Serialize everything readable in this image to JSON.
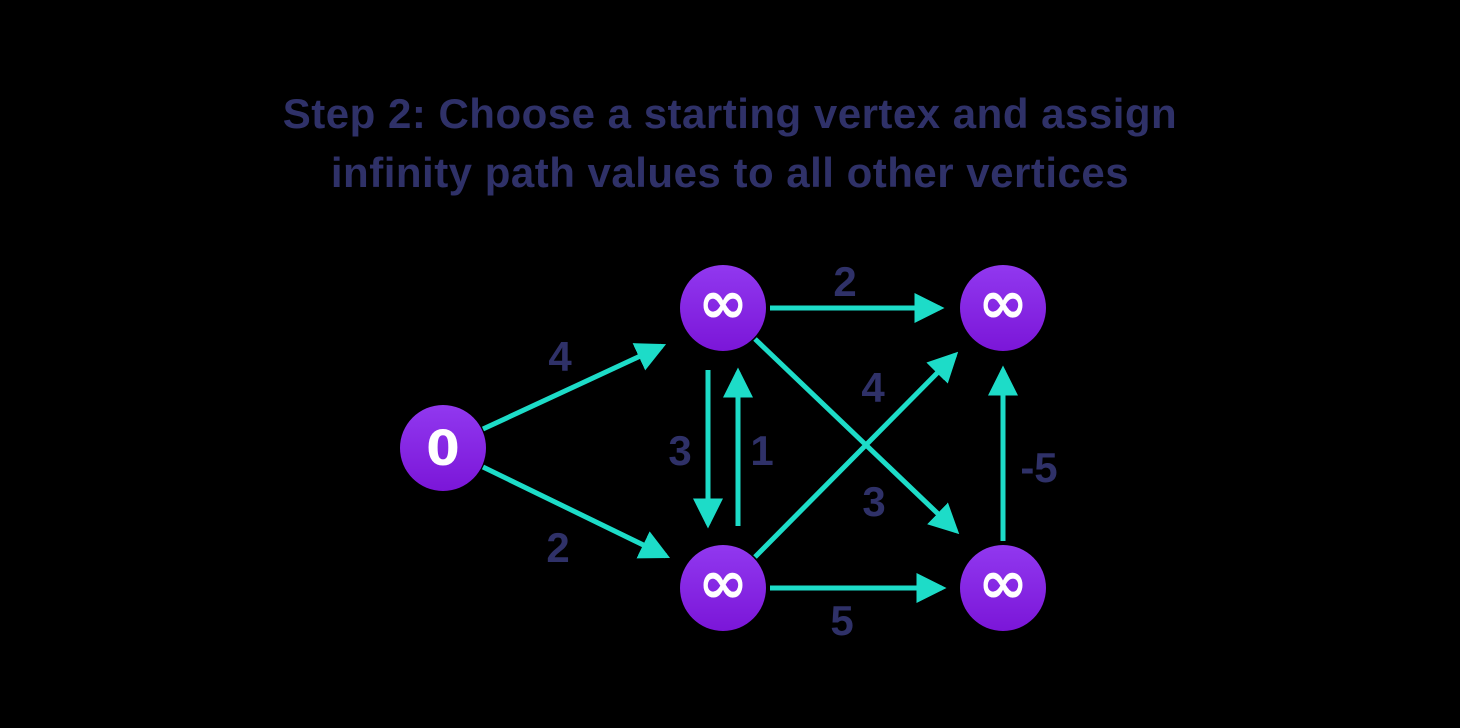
{
  "title": {
    "line1": "Step 2: Choose a starting vertex and assign",
    "line2": "infinity path values to all other vertices"
  },
  "colors": {
    "background": "#000000",
    "title_text": "#2f3168",
    "edge_teal": "#1ddcc8",
    "weight_label": "#2f3168",
    "node_gradient_top": "#9138ef",
    "node_gradient_bottom": "#7b16d8",
    "node_text": "#ffffff"
  },
  "graph": {
    "nodes": [
      {
        "id": "start",
        "value": "0"
      },
      {
        "id": "top-middle",
        "value": "∞"
      },
      {
        "id": "top-right",
        "value": "∞"
      },
      {
        "id": "bottom-middle",
        "value": "∞"
      },
      {
        "id": "bottom-right",
        "value": "∞"
      }
    ],
    "edges": [
      {
        "from": "start",
        "to": "top-middle",
        "weight": "4"
      },
      {
        "from": "start",
        "to": "bottom-middle",
        "weight": "2"
      },
      {
        "from": "top-middle",
        "to": "top-right",
        "weight": "2"
      },
      {
        "from": "top-middle",
        "to": "bottom-middle",
        "weight": "3"
      },
      {
        "from": "bottom-middle",
        "to": "top-middle",
        "weight": "1"
      },
      {
        "from": "bottom-middle",
        "to": "top-right",
        "weight": "4"
      },
      {
        "from": "top-middle",
        "to": "bottom-right",
        "weight": "3"
      },
      {
        "from": "bottom-middle",
        "to": "bottom-right",
        "weight": "5"
      },
      {
        "from": "bottom-right",
        "to": "top-right",
        "weight": "-5"
      }
    ]
  }
}
